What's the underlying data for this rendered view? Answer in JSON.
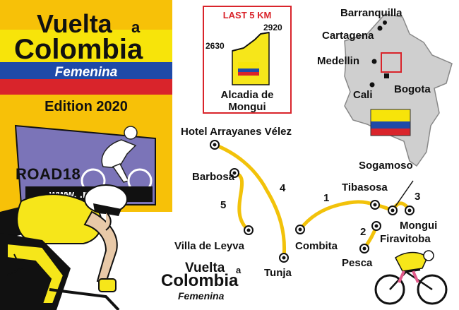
{
  "poster": {
    "title_line1": "Vuelta",
    "title_a": "a",
    "title_line2": "Colombia",
    "subtitle": "Femenina",
    "edition": "Edition 2020",
    "road_brand": "ROAD18",
    "road_url": "www.              .net"
  },
  "profile": {
    "title": "LAST 5 KM",
    "elev_low": "2630",
    "elev_high": "2920",
    "name_line1": "Alcadia de",
    "name_line2": "Mongui"
  },
  "country_map": {
    "cities": [
      "Barranquilla",
      "Cartagena",
      "Medellin",
      "Bogota",
      "Cali"
    ]
  },
  "route": {
    "places": {
      "hotel": "Hotel Arrayanes Vélez",
      "barbosa": "Barbosa",
      "villa": "Villa de Leyva",
      "tunja": "Tunja",
      "combita": "Combita",
      "tibasosa": "Tibasosa",
      "sogamoso": "Sogamoso",
      "mongui": "Mongui",
      "firavitoba": "Firavitoba",
      "pesca": "Pesca"
    },
    "segments": [
      "1",
      "2",
      "3",
      "4",
      "5"
    ]
  },
  "brand_bottom": {
    "line1": "Vuelta",
    "a": "a",
    "line2": "Colombia",
    "line3": "Femenina"
  },
  "colors": {
    "yellow": "#f7c108",
    "blue": "#1f4aa8",
    "red": "#d9242b",
    "route": "#f2c20a",
    "purple": "#7b74b8"
  }
}
